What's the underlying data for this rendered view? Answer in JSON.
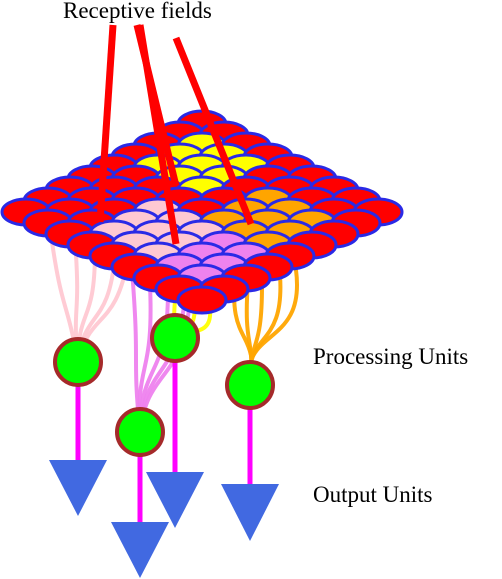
{
  "labels": {
    "receptive_fields": "Receptive fields",
    "processing_units": "Processing Units",
    "output_units": "Output Units"
  },
  "colors": {
    "cell_default": "#ff0000",
    "cell_stroke": "#2a2ae6",
    "field_yellow": "#ffff00",
    "field_pink": "#ffc8d2",
    "field_orange": "#ffa500",
    "field_violet": "#ee82ee",
    "pointer_red": "#ff0000",
    "unit_fill": "#00ff00",
    "unit_ring": "#a52a2a",
    "connector_magenta": "#ff00ff",
    "output_blue": "#4169e1"
  },
  "icons": {
    "grid_cell": "ellipse-cell",
    "processing_unit": "circle-node",
    "output_unit": "down-triangle"
  }
}
